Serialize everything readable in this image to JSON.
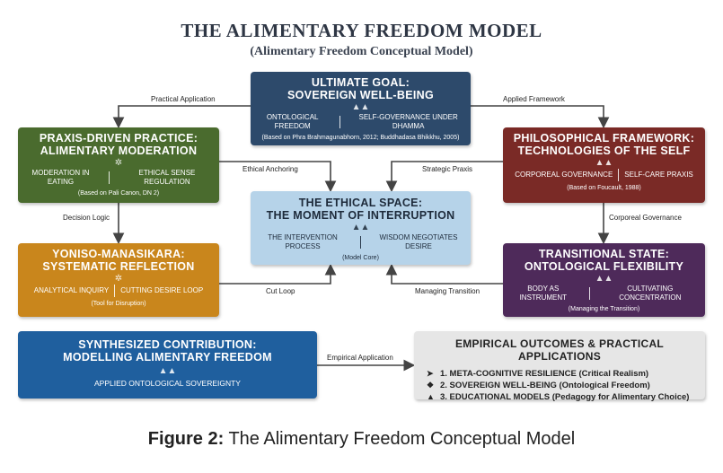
{
  "title": "THE ALIMENTARY FREEDOM MODEL",
  "subtitle": "(Alimentary Freedom Conceptual Model)",
  "boxes": {
    "goal": {
      "heading1": "ULTIMATE GOAL:",
      "heading2": "SOVEREIGN WELL-BEING",
      "left": "ONTOLOGICAL FREEDOM",
      "right": "SELF-GOVERNANCE UNDER DHAMMA",
      "note": "(Based on Phra Brahmagunabhorn, 2012; Buddhadasa Bhikkhu, 2005)",
      "color": "#2d4a6b"
    },
    "praxis": {
      "heading1": "PRAXIS-DRIVEN PRACTICE:",
      "heading2": "ALIMENTARY MODERATION",
      "left": "MODERATION IN EATING",
      "right": "ETHICAL SENSE REGULATION",
      "note": "(Based on Pali Canon, DN 2)",
      "color": "#4a6b2e"
    },
    "philo": {
      "heading1": "PHILOSOPHICAL FRAMEWORK:",
      "heading2": "TECHNOLOGIES OF THE SELF",
      "left": "CORPOREAL GOVERNANCE",
      "right": "SELF-CARE PRAXIS",
      "note": "(Based on Foucault, 1988)",
      "color": "#7a2a26"
    },
    "ethical": {
      "heading1": "THE ETHICAL SPACE:",
      "heading2": "THE MOMENT OF INTERRUPTION",
      "left": "THE INTERVENTION PROCESS",
      "right": "WISDOM NEGOTIATES DESIRE",
      "note": "(Model Core)",
      "color": "#b6d3e9"
    },
    "yoniso": {
      "heading1": "YONISO-MANASIKARA:",
      "heading2": "SYSTEMATIC REFLECTION",
      "left": "ANALYTICAL INQUIRY",
      "right": "CUTTING DESIRE LOOP",
      "note": "(Tool for Disruption)",
      "color": "#c9861c"
    },
    "trans": {
      "heading1": "TRANSITIONAL STATE:",
      "heading2": "ONTOLOGICAL FLEXIBILITY",
      "left": "BODY AS INSTRUMENT",
      "right": "CULTIVATING CONCENTRATION",
      "note": "(Managing the Transition)",
      "color": "#4e2a5a"
    },
    "synth": {
      "heading1": "SYNTHESIZED CONTRIBUTION:",
      "heading2": "MODELLING ALIMENTARY FREEDOM",
      "sub": "APPLIED ONTOLOGICAL SOVEREIGNTY",
      "color": "#1f5f9e"
    },
    "outcomes": {
      "heading": "EMPIRICAL OUTCOMES & PRACTICAL APPLICATIONS",
      "items": [
        {
          "icon": "brain-icon",
          "text": "1. META-COGNITIVE RESILIENCE (Critical Realism)"
        },
        {
          "icon": "leaf-icon",
          "text": "2. SOVEREIGN WELL-BEING (Ontological Freedom)"
        },
        {
          "icon": "graduation-cap-icon",
          "text": "3. EDUCATIONAL MODELS (Pedagogy for Alimentary Choice)"
        }
      ]
    }
  },
  "edges": {
    "practical_application": "Practical Application",
    "applied_framework": "Applied Framework",
    "ethical_anchoring": "Ethical Anchoring",
    "strategic_praxis": "Strategic Praxis",
    "decision_logic": "Decision Logic",
    "corporeal_governance": "Corporeal Governance",
    "cut_loop": "Cut Loop",
    "managing_transition": "Managing Transition",
    "empirical_application": "Empirical Application"
  },
  "caption": {
    "prefix": "Figure 2:",
    "text": " The Alimentary Freedom Conceptual Model"
  }
}
